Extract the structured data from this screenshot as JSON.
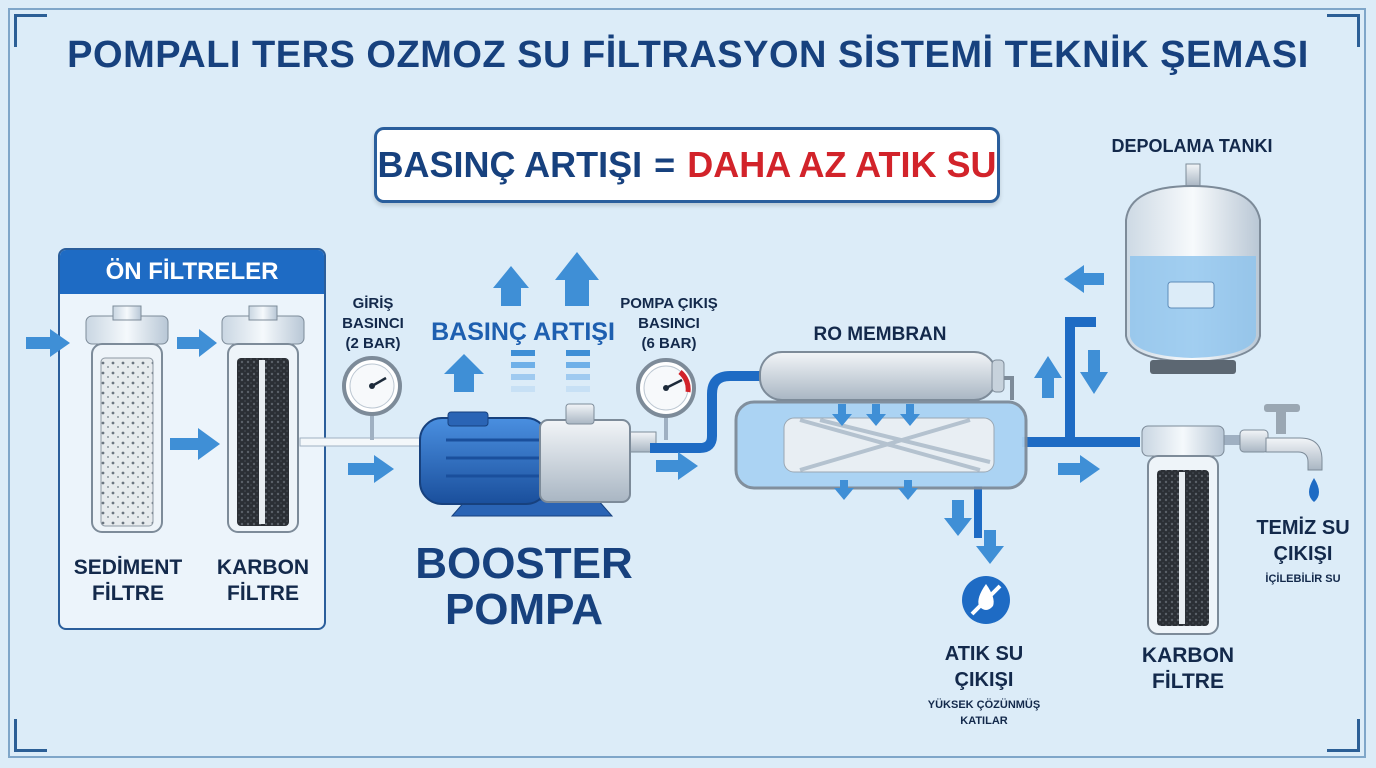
{
  "title": "POMPALI TERS OZMOZ SU FİLTRASYON SİSTEMİ TEKNİK ŞEMASI",
  "banner": {
    "part1": "BASINÇ ARTIŞI",
    "equals": "=",
    "part2": "DAHA AZ ATIK SU"
  },
  "pre_filters": {
    "header": "ÖN FİLTRELER",
    "sediment": {
      "line1": "SEDİMENT",
      "line2": "FİLTRE"
    },
    "carbon": {
      "line1": "KARBON",
      "line2": "FİLTRE"
    }
  },
  "inlet_gauge": {
    "line1": "GİRİŞ",
    "line2": "BASINCI",
    "line3": "(2 BAR)"
  },
  "pressure_increase": "BASINÇ ARTIŞI",
  "outlet_gauge": {
    "line1": "POMPA ÇIKIŞ",
    "line2": "BASINCI",
    "line3": "(6 BAR)"
  },
  "booster_pump": {
    "line1": "BOOSTER",
    "line2": "POMPA"
  },
  "ro_membrane": "RO MEMBRAN",
  "storage_tank": "DEPOLAMA TANKI",
  "waste": {
    "line1": "ATIK SU",
    "line2": "ÇIKIŞI",
    "note1": "YÜKSEK ÇÖZÜNMÜŞ",
    "note2": "KATILAR"
  },
  "post_carbon": {
    "line1": "KARBON",
    "line2": "FİLTRE"
  },
  "clean_water": {
    "line1": "TEMİZ SU",
    "line2": "ÇIKIŞI",
    "note": "İÇİLEBİLİR SU"
  },
  "colors": {
    "navy": "#17417e",
    "red": "#d2232a",
    "blue": "#1e6bc4",
    "background": "#dcecf8"
  }
}
